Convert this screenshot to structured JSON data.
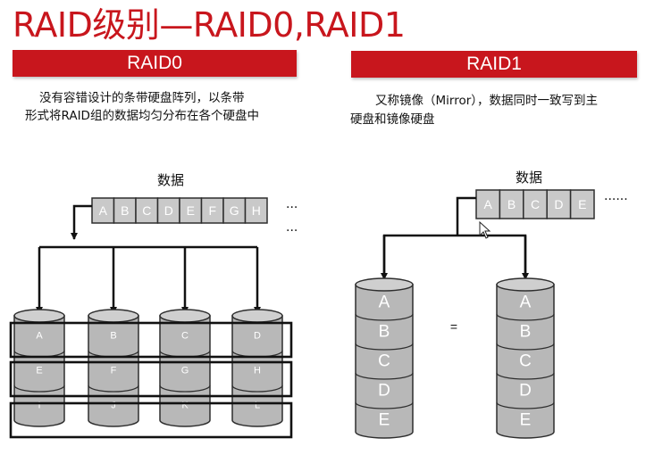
{
  "title": "RAID级别—RAID0,RAID1",
  "colors": {
    "accent": "#c8161d",
    "block_fill": "#c9c9c9",
    "block_text": "#ffffff",
    "disk_fill": "#b8b8b8",
    "disk_text": "#ffffff",
    "border": "#2e2e2e"
  },
  "raid0": {
    "banner": "RAID0",
    "description": [
      "没有容错设计的条带硬盘阵列，以条带",
      "形式将RAID组的数据均匀分布在各个硬盘中"
    ],
    "data_label": "数据",
    "blocks": [
      "A",
      "B",
      "C",
      "D",
      "E",
      "F",
      "G",
      "H"
    ],
    "more": [
      "···",
      "···"
    ],
    "disks": [
      [
        "A",
        "E",
        "I"
      ],
      [
        "B",
        "F",
        "J"
      ],
      [
        "C",
        "G",
        "K"
      ],
      [
        "D",
        "H",
        "L"
      ]
    ]
  },
  "raid1": {
    "banner": "RAID1",
    "description": [
      "又称镜像（Mirror），数据同时一致写到主",
      "硬盘和镜像硬盘"
    ],
    "data_label": "数据",
    "blocks": [
      "A",
      "B",
      "C",
      "D",
      "E"
    ],
    "more": "······",
    "equals": "=",
    "disks": [
      [
        "A",
        "B",
        "C",
        "D",
        "E"
      ],
      [
        "A",
        "B",
        "C",
        "D",
        "E"
      ]
    ]
  }
}
